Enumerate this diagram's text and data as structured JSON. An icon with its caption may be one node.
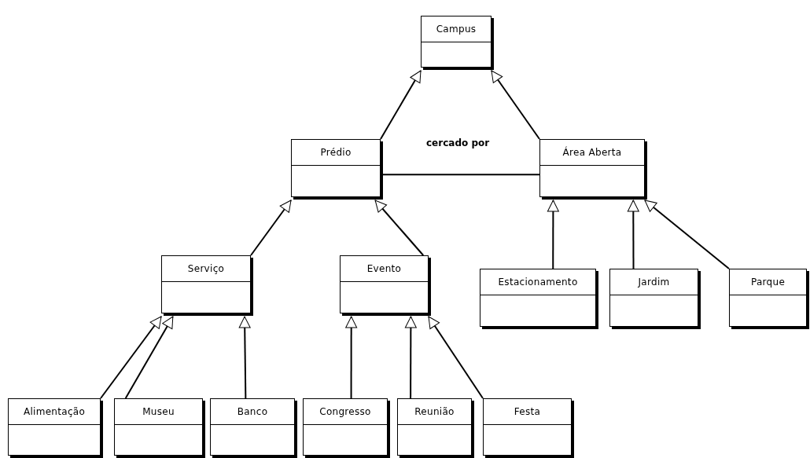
{
  "diagram": {
    "nodes": [
      {
        "text": [
          "Campus"
        ]
      },
      {
        "text": [
          "Prédio"
        ]
      },
      {
        "text": [
          "Área Aberta"
        ]
      },
      {
        "text": [
          "Serviço"
        ]
      },
      {
        "text": [
          "Evento"
        ]
      },
      {
        "text": [
          "Estacionamento"
        ]
      },
      {
        "text": [
          "Jardim"
        ]
      },
      {
        "text": [
          "Parque"
        ]
      },
      {
        "text": [
          "Alimentação"
        ]
      },
      {
        "text": [
          "Museu"
        ]
      },
      {
        "text": [
          "Banco"
        ]
      },
      {
        "text": [
          "Congresso"
        ]
      },
      {
        "text": [
          "Reunião"
        ]
      },
      {
        "text": [
          "Festa"
        ]
      }
    ],
    "edges": [
      {
        "from": 1,
        "to": 0,
        "arrow": "to"
      },
      {
        "from": 2,
        "to": 0,
        "arrow": "to"
      },
      {
        "from": 1,
        "to": 2,
        "arrow": "none",
        "label": "cercado por"
      },
      {
        "from": 3,
        "to": 1,
        "arrow": "to"
      },
      {
        "from": 4,
        "to": 1,
        "arrow": "to"
      },
      {
        "from": 5,
        "to": 2,
        "arrow": "to"
      },
      {
        "from": 6,
        "to": 2,
        "arrow": "to"
      },
      {
        "from": 7,
        "to": 2,
        "arrow": "to"
      },
      {
        "from": 8,
        "to": 3,
        "arrow": "to"
      },
      {
        "from": 9,
        "to": 3,
        "arrow": "to"
      },
      {
        "from": 10,
        "to": 3,
        "arrow": "to"
      },
      {
        "from": 11,
        "to": 4,
        "arrow": "to"
      },
      {
        "from": 12,
        "to": 4,
        "arrow": "to"
      },
      {
        "from": 13,
        "to": 4,
        "arrow": "to"
      }
    ]
  }
}
